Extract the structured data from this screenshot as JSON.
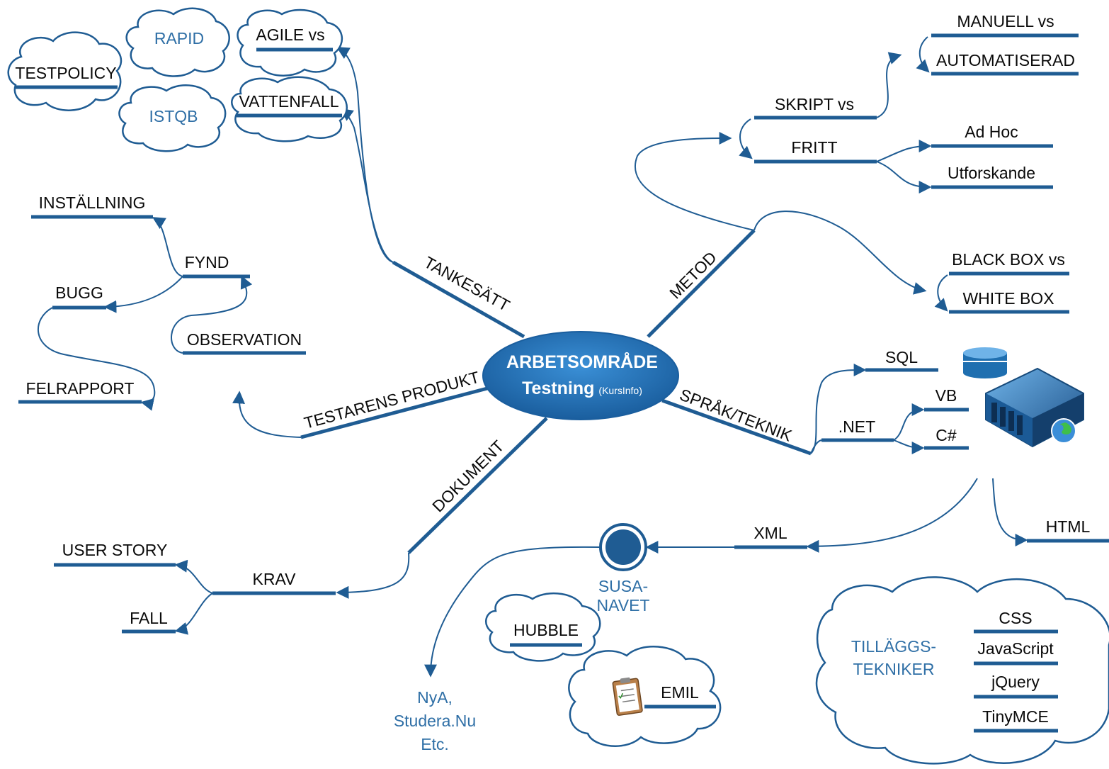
{
  "center": {
    "title": "ARBETSOMRÅDE",
    "subtitle": "Testning",
    "subtitle_small": "(KursInfo)"
  },
  "branches": {
    "tankesatt": "TANKESÄTT",
    "metod": "METOD",
    "sprak": "SPRÅK/TEKNIK",
    "dokument": "DOKUMENT",
    "produkt": "TESTARENS PRODUKT"
  },
  "tankesatt": {
    "testpolicy": "TESTPOLICY",
    "rapid": "RAPID",
    "agile": "AGILE vs",
    "istqb": "ISTQB",
    "vattenfall": "VATTENFALL"
  },
  "metod": {
    "skript": "SKRIPT vs",
    "fritt": "FRITT",
    "manuell": "MANUELL vs",
    "automatiserad": "AUTOMATISERAD",
    "adhoc": "Ad Hoc",
    "utforskande": "Utforskande",
    "blackbox": "BLACK BOX vs",
    "whitebox": "WHITE BOX"
  },
  "produkt": {
    "installning": "INSTÄLLNING",
    "fynd": "FYND",
    "bugg": "BUGG",
    "observation": "OBSERVATION",
    "felrapport": "FELRAPPORT"
  },
  "sprak": {
    "sql": "SQL",
    "net": ".NET",
    "vb": "VB",
    "csharp": "C#",
    "xml": "XML",
    "html": "HTML"
  },
  "dokument": {
    "krav": "KRAV",
    "userstory": "USER STORY",
    "fall": "FALL"
  },
  "susa": {
    "line1": "SUSA-",
    "line2": "NAVET"
  },
  "nya": {
    "line1": "NyA,",
    "line2": "Studera.Nu",
    "line3": "Etc."
  },
  "clouds": {
    "hubble": "HUBBLE",
    "emil": "EMIL",
    "tillaggs1": "TILLÄGGS-",
    "tillaggs2": "TEKNIKER",
    "css": "CSS",
    "javascript": "JavaScript",
    "jquery": "jQuery",
    "tinymce": "TinyMCE"
  },
  "icons": [
    "database-icon",
    "server-icon",
    "globe-icon",
    "clipboard-icon",
    "arrow-icon"
  ],
  "colors": {
    "primary": "#1f5c93",
    "accent_text": "#2f6fa6",
    "center_fill": "#1f6fb0"
  }
}
